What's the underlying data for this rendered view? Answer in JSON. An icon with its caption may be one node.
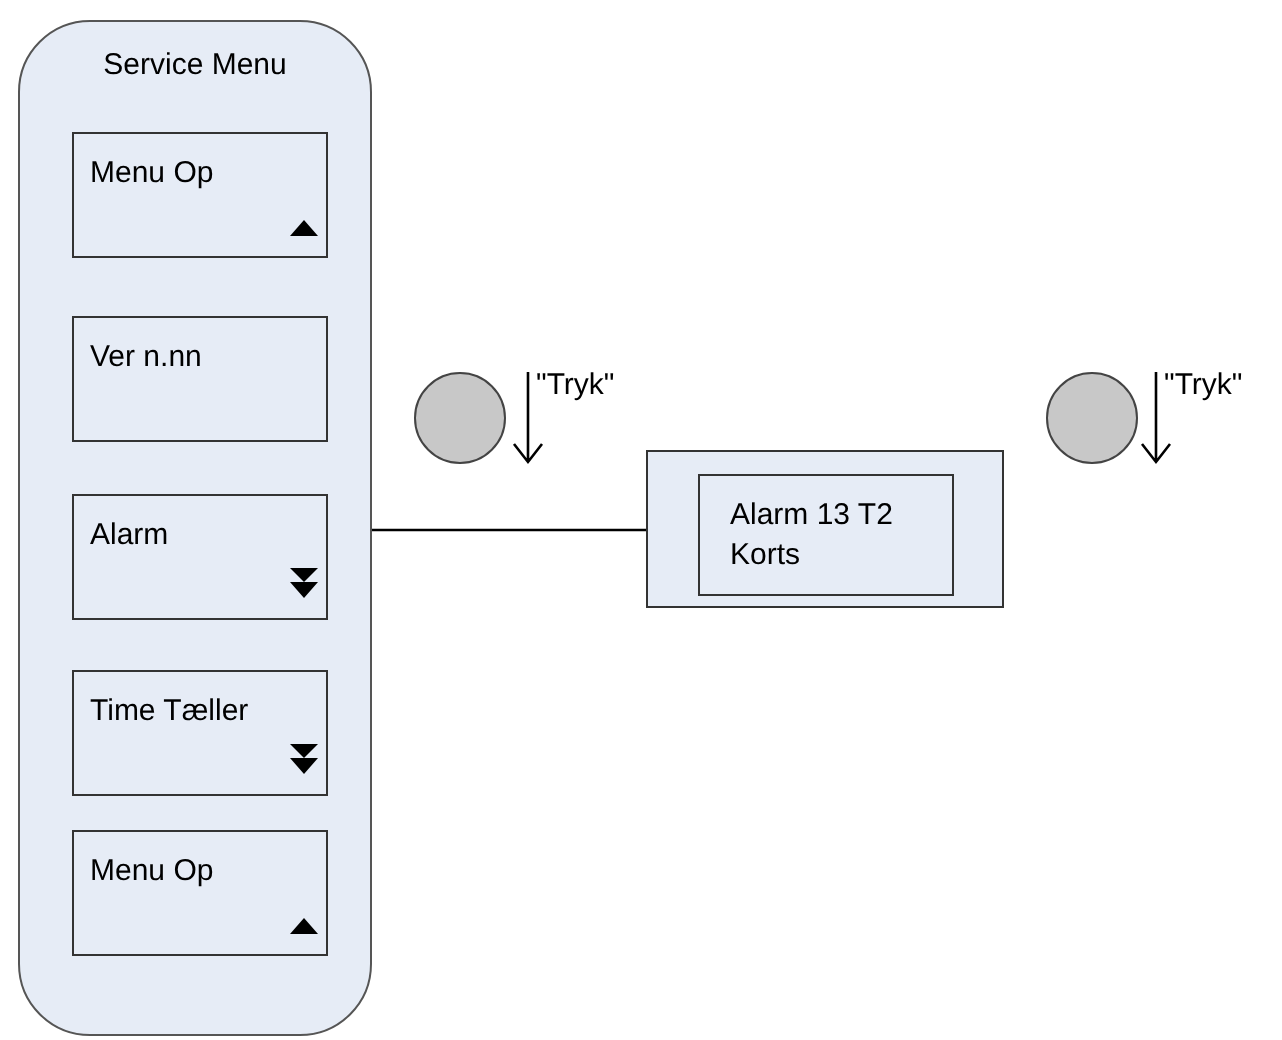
{
  "diagram": {
    "nodes": [
      {
        "text": [
          "Service Menu"
        ]
      },
      {
        "text": [
          "Menu Op"
        ],
        "in": 0
      },
      {
        "text": [
          "Ver n.nn"
        ],
        "in": 0
      },
      {
        "text": [
          "Alarm"
        ],
        "in": 0
      },
      {
        "text": [
          "Time Tæller"
        ],
        "in": 0
      },
      {
        "text": [
          "Menu Op"
        ],
        "in": 0
      },
      {
        "text": [],
        "shape": "box"
      },
      {
        "text": [
          "Alarm 13 T2 Korts"
        ],
        "in": 6
      },
      {
        "text": [],
        "shape": "circle"
      },
      {
        "text": [],
        "shape": "circle"
      }
    ],
    "edges": [
      {
        "from": 0,
        "to": 6,
        "arrow": "none"
      }
    ],
    "labels": [
      "\"Tryk\"",
      "\"Tryk\""
    ]
  }
}
